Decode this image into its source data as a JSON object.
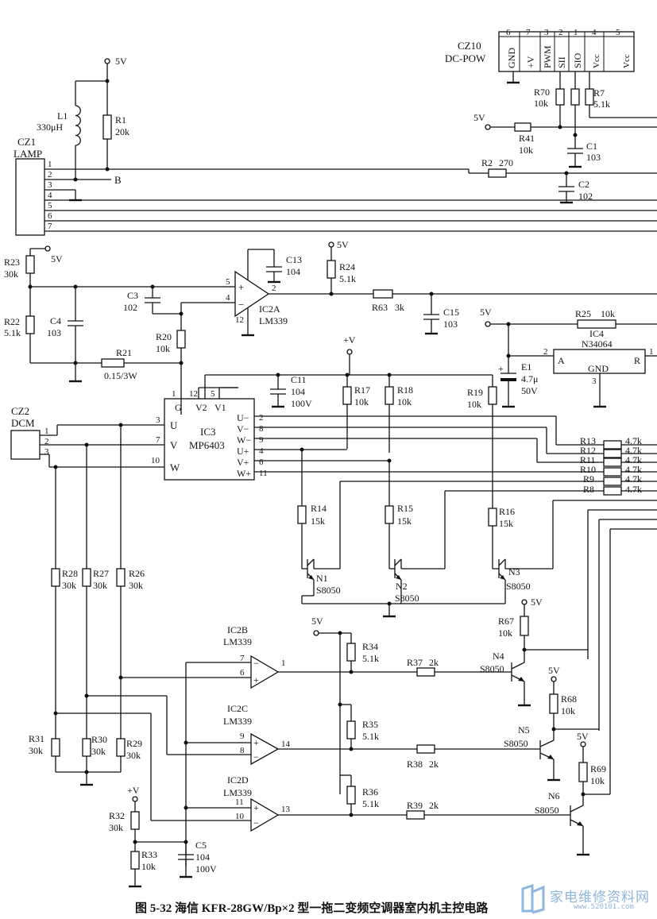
{
  "caption": "图 5-32 海信 KFR-28GW/Bp×2 型一拖二变频空调器室内机主控电路",
  "watermark": {
    "text": "家电维修资料网",
    "url": "www.520101.com",
    "icon": "logo-icon"
  },
  "power_labels": {
    "vcc5": "5V",
    "plus_v": "+V"
  },
  "connectors": {
    "cz1": {
      "ref": "CZ1",
      "name": "LAMP",
      "pins": [
        "1",
        "2",
        "3",
        "4",
        "5",
        "6",
        "7"
      ]
    },
    "cz2": {
      "ref": "CZ2",
      "name": "DCM",
      "pins": [
        "1",
        "2",
        "3"
      ]
    },
    "cz10": {
      "ref": "CZ10",
      "name": "DC-POW",
      "pin_numbers": [
        "6",
        "7",
        "3",
        "2",
        "1",
        "4",
        "5"
      ],
      "pin_names": [
        "GND",
        "+V",
        "PWM",
        "SII",
        "SIO",
        "Vcc",
        "Vcc"
      ]
    }
  },
  "net_labels": {
    "b": "B"
  },
  "ics": {
    "ic2a": {
      "ref": "IC2A",
      "part": "LM339",
      "pins": {
        "in_plus": "5",
        "in_minus": "4",
        "out": "2",
        "gnd": "12"
      }
    },
    "ic2b": {
      "ref": "IC2B",
      "part": "LM339",
      "pins": {
        "in_a": "7",
        "in_b": "6",
        "out": "1"
      }
    },
    "ic2c": {
      "ref": "IC2C",
      "part": "LM339",
      "pins": {
        "in_a": "9",
        "in_b": "8",
        "out": "14"
      }
    },
    "ic2d": {
      "ref": "IC2D",
      "part": "LM339",
      "pins": {
        "in_a": "11",
        "in_b": "10",
        "out": "13"
      }
    },
    "ic3": {
      "ref": "IC3",
      "part": "MP6403",
      "top_pins": [
        "1",
        "12",
        "5"
      ],
      "top_names": [
        "G",
        "V2",
        "V1"
      ],
      "left_pins": [
        "3",
        "7",
        "10"
      ],
      "left_names": [
        "U",
        "V",
        "W"
      ],
      "right_pins": [
        "2",
        "8",
        "9",
        "4",
        "6",
        "11"
      ],
      "right_names": [
        "U−",
        "V−",
        "W−",
        "U+",
        "V+",
        "W+"
      ]
    },
    "ic4": {
      "ref": "IC4",
      "part": "N34064",
      "pin_a": "2",
      "pin_r": "1",
      "pin_gnd": "3",
      "name_a": "A",
      "name_r": "R",
      "name_gnd": "GND"
    }
  },
  "resistors": {
    "r1": {
      "ref": "R1",
      "value": "20k"
    },
    "r2": {
      "ref": "R2",
      "value": "270"
    },
    "r7": {
      "ref": "R7",
      "value": "5.1k"
    },
    "r8": {
      "ref": "R8",
      "value": "4.7k"
    },
    "r9": {
      "ref": "R9",
      "value": "4.7k"
    },
    "r10": {
      "ref": "R10",
      "value": "4.7k"
    },
    "r11": {
      "ref": "R11",
      "value": "4.7k"
    },
    "r12": {
      "ref": "R12",
      "value": "4.7k"
    },
    "r13": {
      "ref": "R13",
      "value": "4.7k"
    },
    "r14": {
      "ref": "R14",
      "value": "15k"
    },
    "r15": {
      "ref": "R15",
      "value": "15k"
    },
    "r16": {
      "ref": "R16",
      "value": "15k"
    },
    "r17": {
      "ref": "R17",
      "value": "10k"
    },
    "r18": {
      "ref": "R18",
      "value": "10k"
    },
    "r19": {
      "ref": "R19",
      "value": "10k"
    },
    "r20": {
      "ref": "R20",
      "value": "10k"
    },
    "r21": {
      "ref": "R21",
      "value": "0.15/3W"
    },
    "r22": {
      "ref": "R22",
      "value": "5.1k"
    },
    "r23": {
      "ref": "R23",
      "value": "30k"
    },
    "r24": {
      "ref": "R24",
      "value": "5.1k"
    },
    "r25": {
      "ref": "R25",
      "value": "10k"
    },
    "r26": {
      "ref": "R26",
      "value": "30k"
    },
    "r27": {
      "ref": "R27",
      "value": "30k"
    },
    "r28": {
      "ref": "R28",
      "value": "30k"
    },
    "r29": {
      "ref": "R29",
      "value": "30k"
    },
    "r30": {
      "ref": "R30",
      "value": "30k"
    },
    "r31": {
      "ref": "R31",
      "value": "30k"
    },
    "r32": {
      "ref": "R32",
      "value": "30k"
    },
    "r33": {
      "ref": "R33",
      "value": "10k"
    },
    "r34": {
      "ref": "R34",
      "value": "5.1k"
    },
    "r35": {
      "ref": "R35",
      "value": "5.1k"
    },
    "r36": {
      "ref": "R36",
      "value": "5.1k"
    },
    "r37": {
      "ref": "R37",
      "value": "2k"
    },
    "r38": {
      "ref": "R38",
      "value": "2k"
    },
    "r39": {
      "ref": "R39",
      "value": "2k"
    },
    "r41": {
      "ref": "R41",
      "value": "10k"
    },
    "r63": {
      "ref": "R63",
      "value": "3k"
    },
    "r67": {
      "ref": "R67",
      "value": "10k"
    },
    "r68": {
      "ref": "R68",
      "value": "10k"
    },
    "r69": {
      "ref": "R69",
      "value": "10k"
    },
    "r70": {
      "ref": "R70",
      "value": "10k"
    }
  },
  "capacitors": {
    "c1": {
      "ref": "C1",
      "value": "103"
    },
    "c2": {
      "ref": "C2",
      "value": "102"
    },
    "c3": {
      "ref": "C3",
      "value": "102"
    },
    "c4": {
      "ref": "C4",
      "value": "103"
    },
    "c5": {
      "ref": "C5",
      "value": "104",
      "voltage": "100V"
    },
    "c11": {
      "ref": "C11",
      "value": "104",
      "voltage": "100V"
    },
    "c13": {
      "ref": "C13",
      "value": "104"
    },
    "c15": {
      "ref": "C15",
      "value": "103"
    },
    "e1": {
      "ref": "E1",
      "value": "4.7μ",
      "voltage": "50V"
    }
  },
  "inductors": {
    "l1": {
      "ref": "L1",
      "value": "330μH"
    }
  },
  "transistors": {
    "n1": {
      "ref": "N1",
      "part": "S8050"
    },
    "n2": {
      "ref": "N2",
      "part": "S8050"
    },
    "n3": {
      "ref": "N3",
      "part": "S8050"
    },
    "n4": {
      "ref": "N4",
      "part": "S8050"
    },
    "n5": {
      "ref": "N5",
      "part": "S8050"
    },
    "n6": {
      "ref": "N6",
      "part": "S8050"
    }
  }
}
